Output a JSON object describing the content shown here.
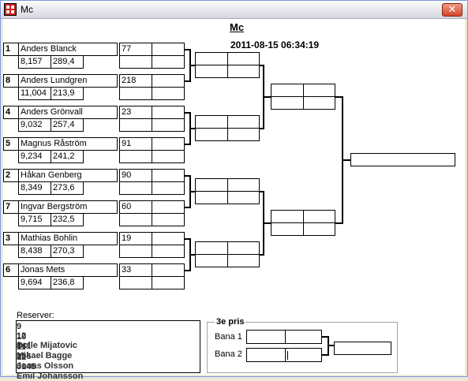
{
  "window": {
    "title": "Mc",
    "close_glyph": "✕"
  },
  "header": {
    "title": "Mc",
    "datetime": "2011-08-15 06:34:19"
  },
  "players": [
    {
      "seed": "1",
      "name": "Anders Blanck",
      "stat1": "8,157",
      "stat2": "289,4",
      "score": "77"
    },
    {
      "seed": "8",
      "name": "Anders Lundgren",
      "stat1": "11,004",
      "stat2": "213,9",
      "score": "218"
    },
    {
      "seed": "4",
      "name": "Anders Grönvall",
      "stat1": "9,032",
      "stat2": "257,4",
      "score": "23"
    },
    {
      "seed": "5",
      "name": "Magnus Råström",
      "stat1": "9,234",
      "stat2": "241,2",
      "score": "91"
    },
    {
      "seed": "2",
      "name": "Håkan Genberg",
      "stat1": "8,349",
      "stat2": "273,6",
      "score": "90"
    },
    {
      "seed": "7",
      "name": "Ingvar Bergström",
      "stat1": "9,715",
      "stat2": "232,5",
      "score": "60"
    },
    {
      "seed": "3",
      "name": "Mathias Bohlin",
      "stat1": "8,438",
      "stat2": "270,3",
      "score": "19"
    },
    {
      "seed": "6",
      "name": "Jonas Mets",
      "stat1": "9,694",
      "stat2": "236,8",
      "score": "33"
    }
  ],
  "reserves": {
    "label": "Reserver:",
    "rows": [
      {
        "pos": "9",
        "num": "12",
        "name": "Dolle Mijatovic"
      },
      {
        "pos": "10",
        "num": "841",
        "name": "Mikael Bagge"
      },
      {
        "pos": "11",
        "num": "236",
        "name": "Jonas Olsson"
      },
      {
        "pos": "12",
        "num": "5145",
        "name": "Emil Johansson"
      }
    ]
  },
  "third_place": {
    "title": "3e pris",
    "lane1": "Bana 1",
    "lane2": "Bana 2"
  }
}
